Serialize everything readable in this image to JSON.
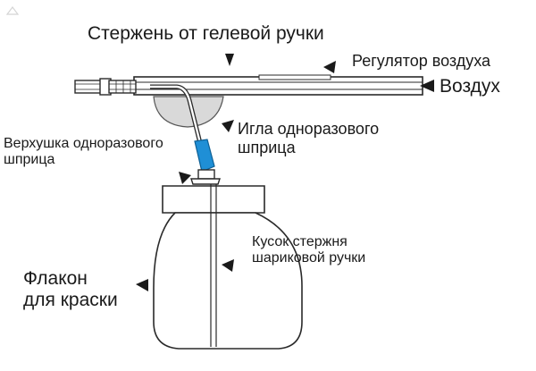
{
  "diagram": {
    "labels": {
      "top_title": "Стержень от гелевой ручки",
      "air_regulator": "Регулятор воздуха",
      "air": "Воздух",
      "needle_line1": "Игла одноразового",
      "needle_line2": "шприца",
      "syringe_tip_line1": "Верхушка одноразового",
      "syringe_tip_line2": "шприца",
      "rod_piece_line1": "Кусок стержня",
      "rod_piece_line2": "шариковой ручки",
      "flask_line1": "Флакон",
      "flask_line2": "для краски"
    },
    "colors": {
      "outline": "#2a2a2a",
      "needle_tip": "#1f8fd6",
      "blob": "#d9d9d9",
      "text": "#1a1a1a"
    }
  }
}
